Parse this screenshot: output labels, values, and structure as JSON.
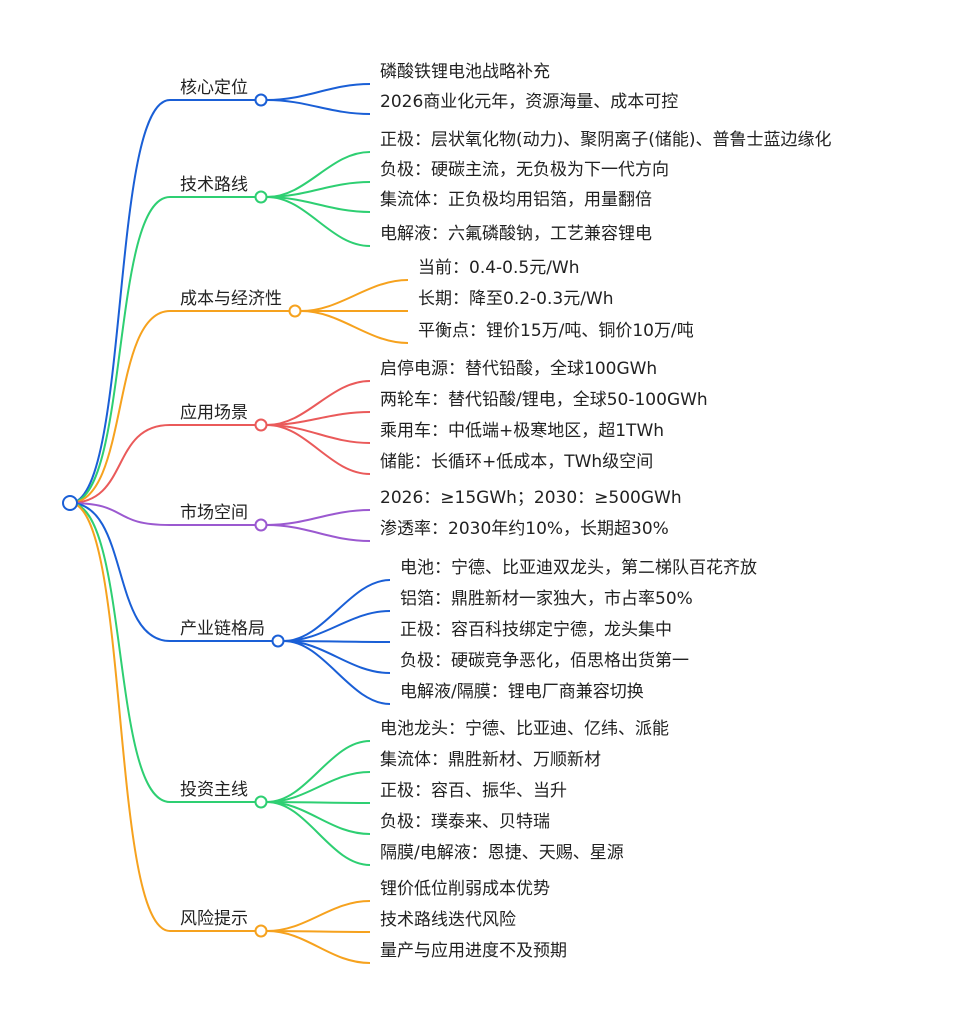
{
  "colors": {
    "blue": "#1a5fd6",
    "green": "#2ecf72",
    "orange": "#f6a21e",
    "red": "#ea5a5a",
    "purple": "#9b59d0",
    "text": "#222222",
    "background": "#ffffff"
  },
  "root": {
    "label": ""
  },
  "branches": [
    {
      "label": "核心定位",
      "color": "blue",
      "children": [
        "磷酸铁锂电池战略补充",
        "2026商业化元年，资源海量、成本可控"
      ]
    },
    {
      "label": "技术路线",
      "color": "green",
      "children": [
        "正极：层状氧化物(动力)、聚阴离子(储能)、普鲁士蓝边缘化",
        "负极：硬碳主流，无负极为下一代方向",
        "集流体：正负极均用铝箔，用量翻倍",
        "电解液：六氟磷酸钠，工艺兼容锂电"
      ]
    },
    {
      "label": "成本与经济性",
      "color": "orange",
      "children": [
        "当前：0.4-0.5元/Wh",
        "长期：降至0.2-0.3元/Wh",
        "平衡点：锂价15万/吨、铜价10万/吨"
      ]
    },
    {
      "label": "应用场景",
      "color": "red",
      "children": [
        "启停电源：替代铅酸，全球100GWh",
        "两轮车：替代铅酸/锂电，全球50-100GWh",
        "乘用车：中低端+极寒地区，超1TWh",
        "储能：长循环+低成本，TWh级空间"
      ]
    },
    {
      "label": "市场空间",
      "color": "purple",
      "children": [
        "2026：≥15GWh；2030：≥500GWh",
        "渗透率：2030年约10%，长期超30%"
      ]
    },
    {
      "label": "产业链格局",
      "color": "blue",
      "children": [
        "电池：宁德、比亚迪双龙头，第二梯队百花齐放",
        "铝箔：鼎胜新材一家独大，市占率50%",
        "正极：容百科技绑定宁德，龙头集中",
        "负极：硬碳竞争恶化，佰思格出货第一",
        "电解液/隔膜：锂电厂商兼容切换"
      ]
    },
    {
      "label": "投资主线",
      "color": "green",
      "children": [
        "电池龙头：宁德、比亚迪、亿纬、派能",
        "集流体：鼎胜新材、万顺新材",
        "正极：容百、振华、当升",
        "负极：璞泰来、贝特瑞",
        "隔膜/电解液：恩捷、天赐、星源"
      ]
    },
    {
      "label": "风险提示",
      "color": "orange",
      "children": [
        "锂价低位削弱成本优势",
        "技术路线迭代风险",
        "量产与应用进度不及预期"
      ]
    }
  ]
}
